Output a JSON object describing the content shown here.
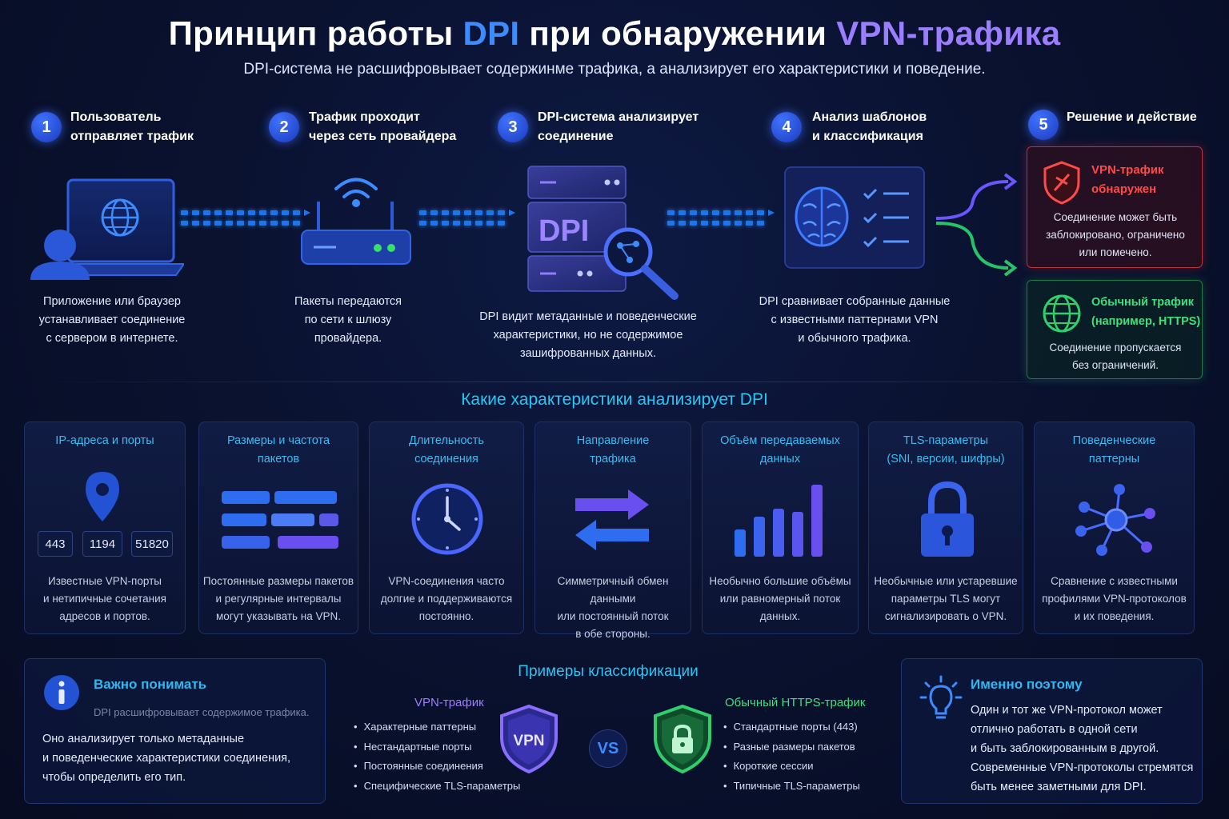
{
  "header": {
    "title_part1": "Принцип работы ",
    "title_dpi": "DPI",
    "title_part2": " при обнаружении ",
    "title_vpn": "VPN-трафика",
    "subtitle": "DPI-система не расшифровывает содержинме трафика, а анализирует его характеристики и поведение."
  },
  "steps": [
    {
      "num": "1",
      "title1": "Пользователь",
      "title2": "отправляет трафик",
      "desc": [
        "Приложение или браузер",
        "устанавливает соединение",
        "с сервером в интернете."
      ],
      "icon": "laptop-user-icon"
    },
    {
      "num": "2",
      "title1": "Трафик проходит",
      "title2": "через сеть провайдера",
      "desc": [
        "Пакеты передаются",
        "по сети к шлюзу",
        "провайдера."
      ],
      "icon": "router-icon"
    },
    {
      "num": "3",
      "title1": "DPI-система анализирует",
      "title2": "соединение",
      "desc": [
        "DPI видит метаданные и поведенческие",
        "характеристики, но не содержимое",
        "зашифрованных данных."
      ],
      "icon": "dpi-server-icon",
      "server_label": "DPI"
    },
    {
      "num": "4",
      "title1": "Анализ шаблонов",
      "title2": "и классификация",
      "desc": [
        "DPI сравнивает собранные данные",
        "с известными паттернами VPN",
        "и обычного трафика."
      ],
      "icon": "brain-checklist-icon"
    },
    {
      "num": "5",
      "title1": "Решение и действие",
      "title2": ""
    }
  ],
  "decisions": {
    "red": {
      "title1": "VPN-трафик",
      "title2": "обнаружен",
      "text": [
        "Соединение может быть",
        "заблокировано, ограничено",
        "или помечено."
      ],
      "color": "#ff4a4a"
    },
    "green": {
      "title1": "Обычный трафик",
      "title2": "(например, HTTPS)",
      "text": [
        "Соединение пропускается",
        "без ограничений."
      ],
      "color": "#3ee07a"
    }
  },
  "characteristics": {
    "title": "Какие характеристики анализирует DPI",
    "cards": [
      {
        "title1": "IP-адреса и порты",
        "title2": "",
        "desc": [
          "Известные VPN-порты",
          "и нетипичные сочетания",
          "адресов и портов."
        ],
        "icon": "location-pin-icon"
      },
      {
        "title1": "Размеры и частота",
        "title2": "пакетов",
        "desc": [
          "Постоянные размеры пакетов",
          "и регулярные интервалы",
          "могут указывать на VPN."
        ],
        "icon": "packet-bars-icon"
      },
      {
        "title1": "Длительность",
        "title2": "соединения",
        "desc": [
          "VPN-соединения часто",
          "долгие и поддерживаются",
          "постоянно."
        ],
        "icon": "clock-icon"
      },
      {
        "title1": "Направление",
        "title2": "трафика",
        "desc": [
          "Симметричный обмен данными",
          "или постоянный поток",
          "в обе стороны."
        ],
        "icon": "swap-arrows-icon"
      },
      {
        "title1": "Объём передаваемых",
        "title2": "данных",
        "desc": [
          "Необычно большие объёмы",
          "или равномерный поток",
          "данных."
        ],
        "icon": "bar-chart-icon"
      },
      {
        "title1": "TLS-параметры",
        "title2": "(SNI, версии, шифры)",
        "desc": [
          "Необычные или устаревшие",
          "параметры TLS могут",
          "сигнализировать о VPN."
        ],
        "icon": "padlock-icon"
      },
      {
        "title1": "Поведенческие",
        "title2": "паттерны",
        "desc": [
          "Сравнение с известными",
          "профилями VPN-протоколов",
          "и их поведения."
        ],
        "icon": "network-nodes-icon"
      }
    ],
    "ports": [
      "443",
      "1194",
      "51820"
    ]
  },
  "important": {
    "title": "Важно понимать",
    "overlap": "DPI расшифровывает содержимое трафика.",
    "text": [
      "Оно анализирует только метаданные",
      "и поведенческие характеристики соединения,",
      "чтобы определить его тип."
    ]
  },
  "examples": {
    "title": "Примеры классификации",
    "vpn": {
      "label": "VPN-трафик",
      "shield": "VPN",
      "items": [
        "Характерные паттерны",
        "Нестандартные порты",
        "Постоянные соединения",
        "Специфические TLS-параметры"
      ]
    },
    "vs": "VS",
    "https": {
      "label": "Обычный HTTPS-трафик",
      "items": [
        "Стандартные порты (443)",
        "Разные размеры пакетов",
        "Короткие сессии",
        "Типичные TLS-параметры"
      ]
    }
  },
  "therefore": {
    "title": "Именно поэтому",
    "text": [
      "Один и тот же VPN-протокол может",
      "отлично работать в одной сети",
      "и быть заблокированным в другой.",
      "Современные VPN-протоколы стремятся",
      "быть менее заметными для DPI."
    ]
  },
  "colors": {
    "accent_blue": "#3d8cff",
    "accent_purple": "#9b7dff",
    "cyan": "#27c7f5",
    "red": "#ff4a4a",
    "green": "#3ee07a"
  }
}
